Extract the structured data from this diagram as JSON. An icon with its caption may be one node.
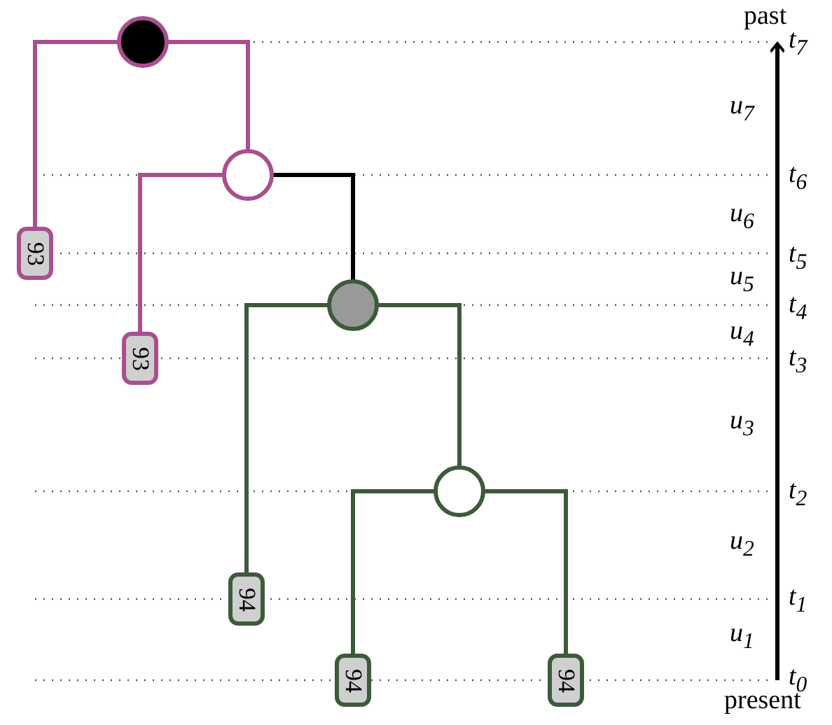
{
  "diagram": {
    "nodes": [
      {
        "text": [],
        "shape": "circle"
      },
      {
        "text": [],
        "shape": "circle"
      },
      {
        "text": [
          "93"
        ]
      },
      {
        "text": [],
        "shape": "circle"
      },
      {
        "text": [
          "93"
        ]
      },
      {
        "text": [],
        "shape": "circle"
      },
      {
        "text": [
          "94"
        ]
      },
      {
        "text": [
          "94"
        ]
      },
      {
        "text": [
          "94"
        ]
      }
    ],
    "edges": [
      {
        "from": 0,
        "to": 2,
        "arrow": "none",
        "color": "#a8508f"
      },
      {
        "from": 0,
        "to": 1,
        "arrow": "none",
        "color": "#a8508f"
      },
      {
        "from": 1,
        "to": 4,
        "arrow": "none",
        "color": "#a8508f"
      },
      {
        "from": 1,
        "to": 3,
        "arrow": "none",
        "color": "#000000"
      },
      {
        "from": 3,
        "to": 6,
        "arrow": "none"
      },
      {
        "from": 3,
        "to": 5,
        "arrow": "none"
      },
      {
        "from": 5,
        "to": 7,
        "arrow": "none"
      },
      {
        "from": 5,
        "to": 8,
        "arrow": "none"
      }
    ],
    "labels": [
      "past",
      "t$_{7}$",
      "u$_{7}$",
      "t$_{6}$",
      "u$_{6}$",
      "t$_{5}$",
      "u$_{5}$",
      "t$_{4}$",
      "u$_{4}$",
      "t$_{3}$",
      "u$_{3}$",
      "t$_{2}$",
      "u$_{2}$",
      "t$_{1}$",
      "u$_{1}$",
      "t$_{0}$",
      "present"
    ]
  }
}
